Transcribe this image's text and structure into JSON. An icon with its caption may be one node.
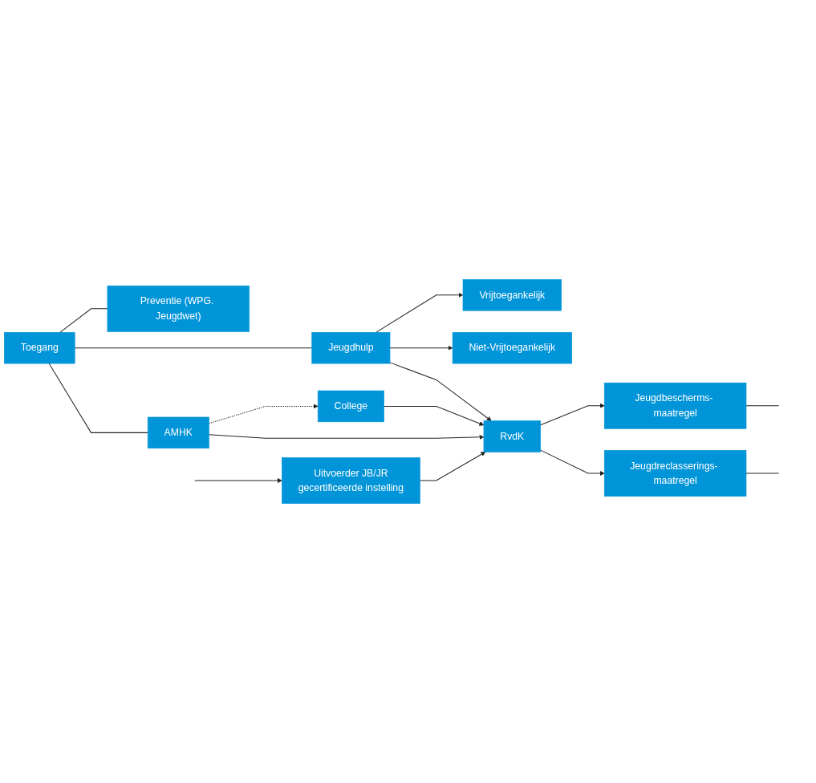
{
  "diagram": {
    "nodes": [
      {
        "text": [
          "Toegang"
        ]
      },
      {
        "text": [
          "Preventie (WPG. Jeugdwet)"
        ]
      },
      {
        "text": [
          "Vrijtoegankelijk"
        ]
      },
      {
        "text": [
          "Jeugdhulp"
        ]
      },
      {
        "text": [
          "Niet-Vrijtoegankelijk"
        ]
      },
      {
        "text": [
          "College"
        ]
      },
      {
        "text": [
          "AMHK"
        ]
      },
      {
        "text": [
          "Uitvoerder JB/JR",
          "gecertificeerde instelling"
        ]
      },
      {
        "text": [
          "RvdK"
        ]
      },
      {
        "text": [
          "Jeugdbescherms- maatregel"
        ]
      },
      {
        "text": [
          "Jeugdreclasserings- maatregel"
        ]
      }
    ],
    "edges": [
      {
        "from": 0,
        "to": 1,
        "arrow": "none"
      },
      {
        "from": 0,
        "to": 3,
        "arrow": "none"
      },
      {
        "from": 0,
        "to": 6,
        "arrow": "none"
      },
      {
        "from": 3,
        "to": 2,
        "arrow": "to"
      },
      {
        "from": 3,
        "to": 4,
        "arrow": "to"
      },
      {
        "from": 3,
        "to": 8,
        "arrow": "to"
      },
      {
        "from": 5,
        "to": 8,
        "arrow": "to"
      },
      {
        "from": 6,
        "to": 5,
        "arrow": "to",
        "style": "dashed"
      },
      {
        "from": 6,
        "to": 8,
        "arrow": "to"
      },
      {
        "from": 7,
        "to": 8,
        "arrow": "to"
      },
      {
        "from": null,
        "to": 7,
        "arrow": "to"
      },
      {
        "from": 8,
        "to": 9,
        "arrow": "to"
      },
      {
        "from": 8,
        "to": 10,
        "arrow": "to"
      },
      {
        "from": 9,
        "to": null,
        "arrow": "none"
      },
      {
        "from": 10,
        "to": null,
        "arrow": "none"
      }
    ]
  }
}
